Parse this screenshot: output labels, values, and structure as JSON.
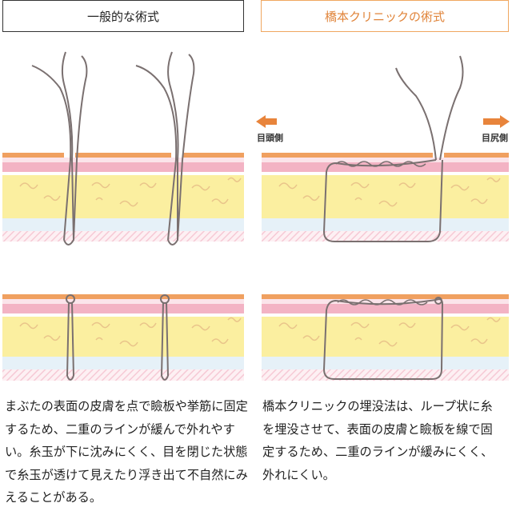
{
  "titles": {
    "left": "一般的な術式",
    "right": "橋本クリニックの術式"
  },
  "direction_labels": {
    "left": "目頭側",
    "right": "目尻側"
  },
  "descriptions": {
    "left": "まぶたの表面の皮膚を点で瞼板や挙筋に固定するため、二重のラインが緩んで外れやすい。糸玉が下に沈みにくく、目を閉じた状態で糸玉が透けて見えたり浮き出て不自然にみえることがある。",
    "right": "橋本クリニックの埋没法は、ループ状に糸を埋没させて、表面の皮膚と瞼板を線で固定するため、二重のラインが緩みにくく、外れにくい。"
  },
  "colors": {
    "skin_top": "#f0a060",
    "pink": "#f3b3c4",
    "pink_light": "#f8d3dd",
    "fat": "#fbefa0",
    "fat_curl": "#e9c48a",
    "light_blue": "#e6f1f8",
    "hatch": "#f6c9d5",
    "thread": "#7a7070",
    "arrow": "#e8843b",
    "title_right_border": "#f0a760"
  }
}
